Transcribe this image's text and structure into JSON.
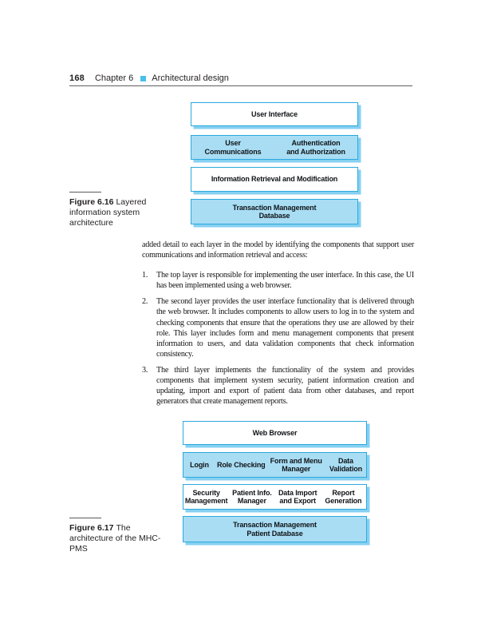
{
  "colors": {
    "accent_blue": "#4BBFE9",
    "box_border": "#2BA9DE",
    "box_fill_blue": "#A9DDF4",
    "box_fill_white": "#FFFFFF",
    "box_shadow": "#85D0F1"
  },
  "header": {
    "page_number": "168",
    "chapter": "Chapter 6",
    "section": "Architectural design"
  },
  "figure_616": {
    "caption_label": "Figure 6.16",
    "caption_text": "Layered information system architecture",
    "layers": [
      {
        "fill": "white",
        "cells": [
          "User Interface"
        ]
      },
      {
        "fill": "blue",
        "cells": [
          "User\nCommunications",
          "Authentication\nand Authorization"
        ]
      },
      {
        "fill": "white",
        "cells": [
          "Information Retrieval and Modification"
        ]
      },
      {
        "fill": "blue",
        "cells": [
          "Transaction Management\nDatabase"
        ]
      }
    ]
  },
  "body": {
    "intro": "added detail to each layer in the model by identifying the components that support user communications and information retrieval and access:",
    "list": [
      {
        "num": "1.",
        "text": "The top layer is responsible for implementing the user interface. In this case, the UI has been implemented using a web browser."
      },
      {
        "num": "2.",
        "text": "The second layer provides the user interface functionality that is delivered through the web browser. It includes components to allow users to log in to the system and checking components that ensure that the operations they use are allowed by their role. This layer includes form and menu management components that present information to users, and data validation components that check information consistency."
      },
      {
        "num": "3.",
        "text": "The third layer implements the functionality of the system and provides components that implement system security, patient information creation and updating, import and export of patient data from other databases, and report generators that create management reports."
      }
    ]
  },
  "figure_617": {
    "caption_label": "Figure 6.17",
    "caption_text": "The architecture of the MHC-PMS",
    "layers": [
      {
        "fill": "white",
        "cells": [
          "Web Browser"
        ]
      },
      {
        "fill": "blue",
        "cells": [
          "Login",
          "Role Checking",
          "Form and Menu\nManager",
          "Data\nValidation"
        ]
      },
      {
        "fill": "white",
        "cells": [
          "Security\nManagement",
          "Patient Info.\nManager",
          "Data Import\nand Export",
          "Report\nGeneration"
        ]
      },
      {
        "fill": "blue",
        "cells": [
          "Transaction Management\nPatient Database"
        ]
      }
    ]
  }
}
